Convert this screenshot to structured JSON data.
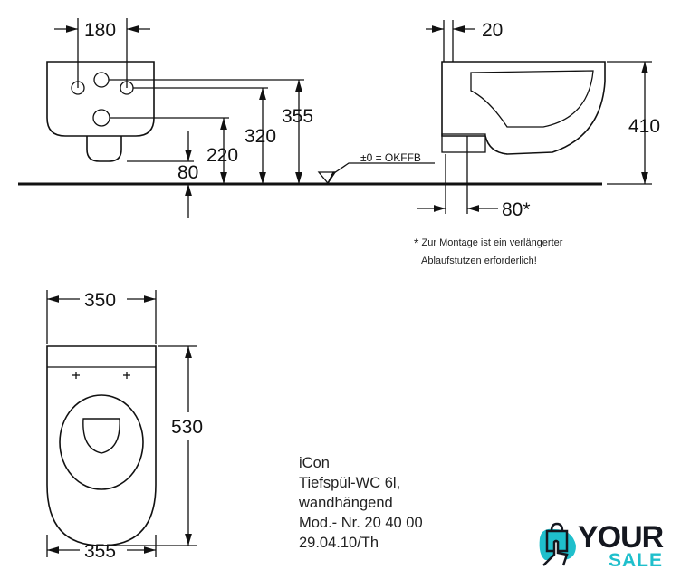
{
  "title": "iCon Tiefspül-WC 6l technical drawing",
  "front_view": {
    "dims": {
      "width_top": "180",
      "h355": "355",
      "h320": "320",
      "h220": "220",
      "h80": "80"
    },
    "floor_label": "±0 = OKFFB"
  },
  "side_view": {
    "dims": {
      "wall_offset": "20",
      "height": "410",
      "drain_offset": "80*"
    }
  },
  "footnote": {
    "star": "*",
    "line1": "Zur Montage ist ein verlängerter",
    "line2": "Ablaufstutzen erforderlich!"
  },
  "top_view": {
    "dims": {
      "width_top": "350",
      "length": "530",
      "width_bottom": "355"
    }
  },
  "product_info": {
    "name": "iCon",
    "type": "Tiefspül-WC 6l,",
    "mount": "wandhängend",
    "model": "Mod.- Nr. 20 40 00",
    "date": "29.04.10/Th"
  },
  "logo": {
    "word1": "YOUR",
    "word2": "SALE",
    "accent": "#1fbfcc",
    "dark": "#14171f"
  }
}
